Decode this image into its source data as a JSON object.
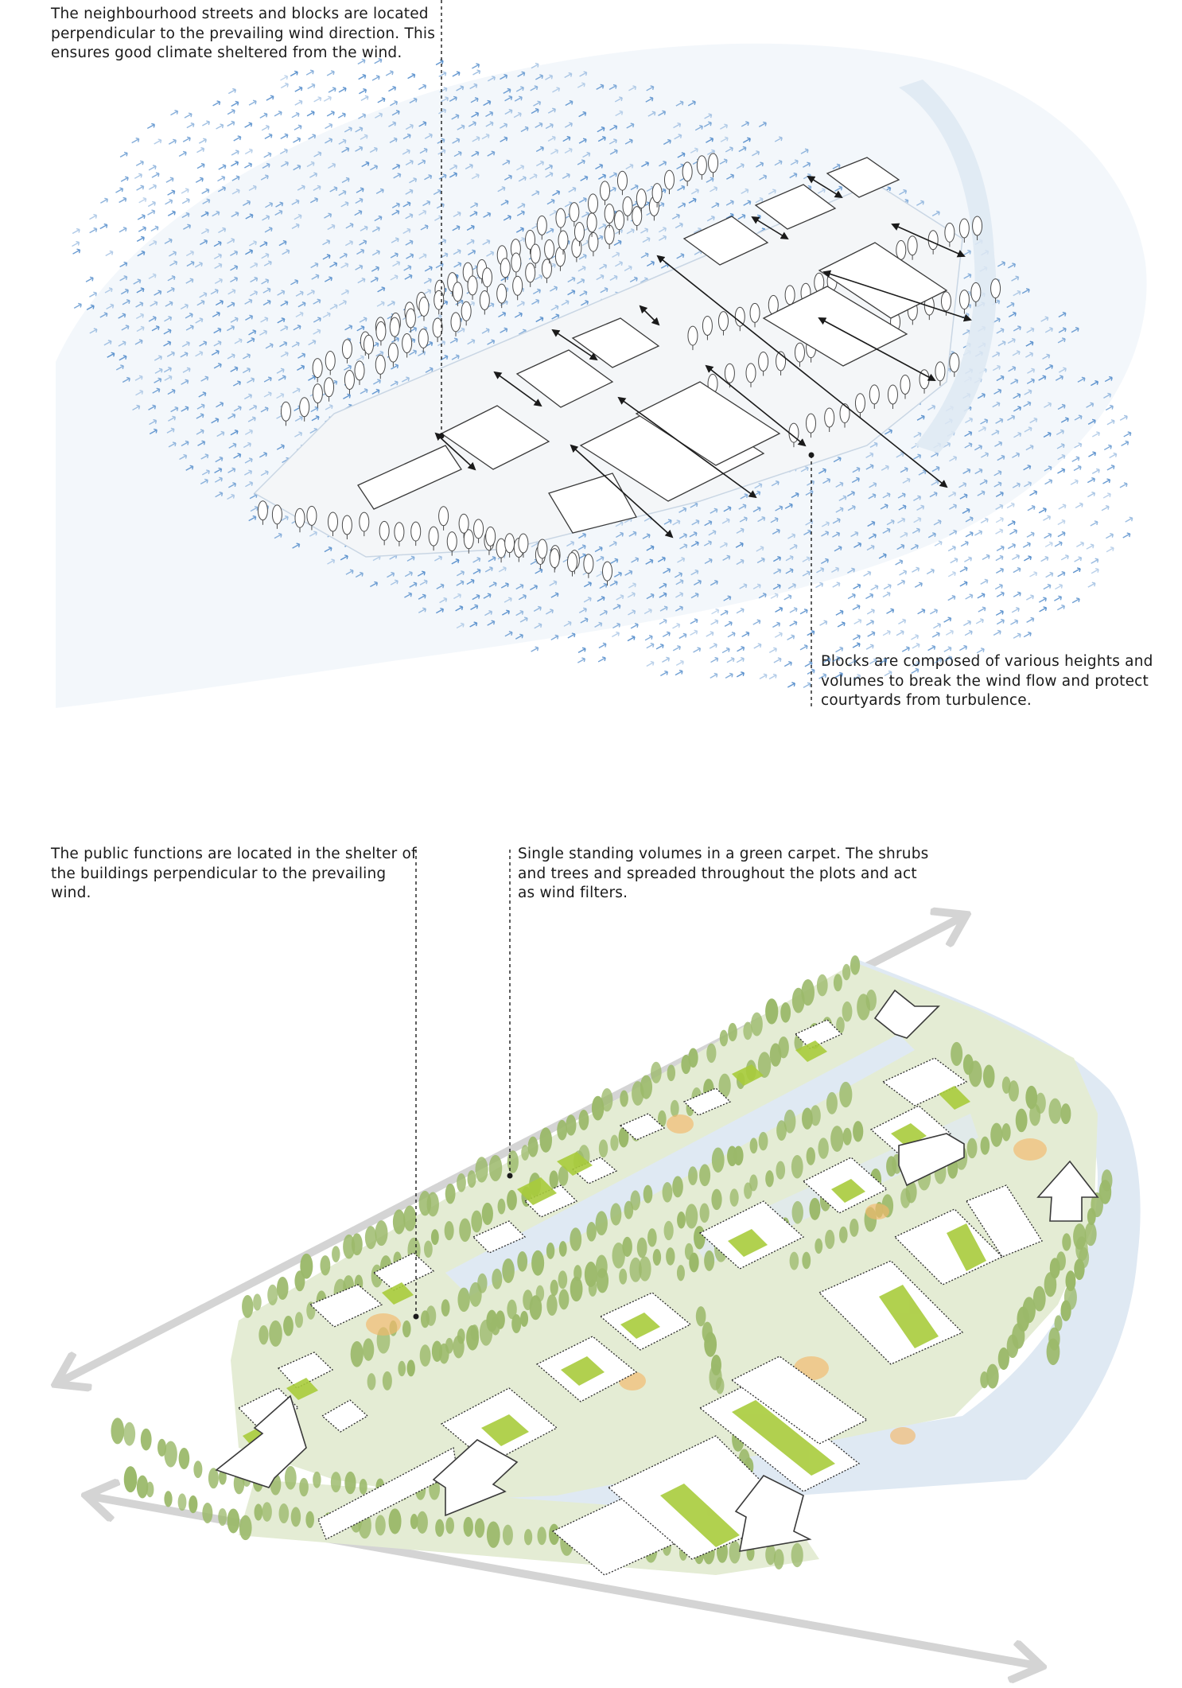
{
  "annotations": {
    "top_left": "The neighbourhood streets and blocks are located perpendicular to the prevailing wind direction. This ensures good climate sheltered from the wind.",
    "top_right": "Blocks are composed of various heights and volumes to break the wind flow and protect courtyards from turbulence.",
    "bottom_left": "The public functions are located in the shelter of the buildings perpendicular to the prevailing wind.",
    "bottom_middle": "Single standing volumes in a green carpet. The shrubs and trees and spreaded throughout the plots and act as wind filters."
  },
  "colors": {
    "wind_arrow": "#4a86c8",
    "wind_field": "#c9dcef",
    "water": "#dfe9f3",
    "green_carpet": "#e4ecd4",
    "courtyard_green": "#a9cc3c",
    "tree": "#9bb96a",
    "sun_spot": "#f2b86a",
    "gray_arrow": "#d4d4d4"
  }
}
